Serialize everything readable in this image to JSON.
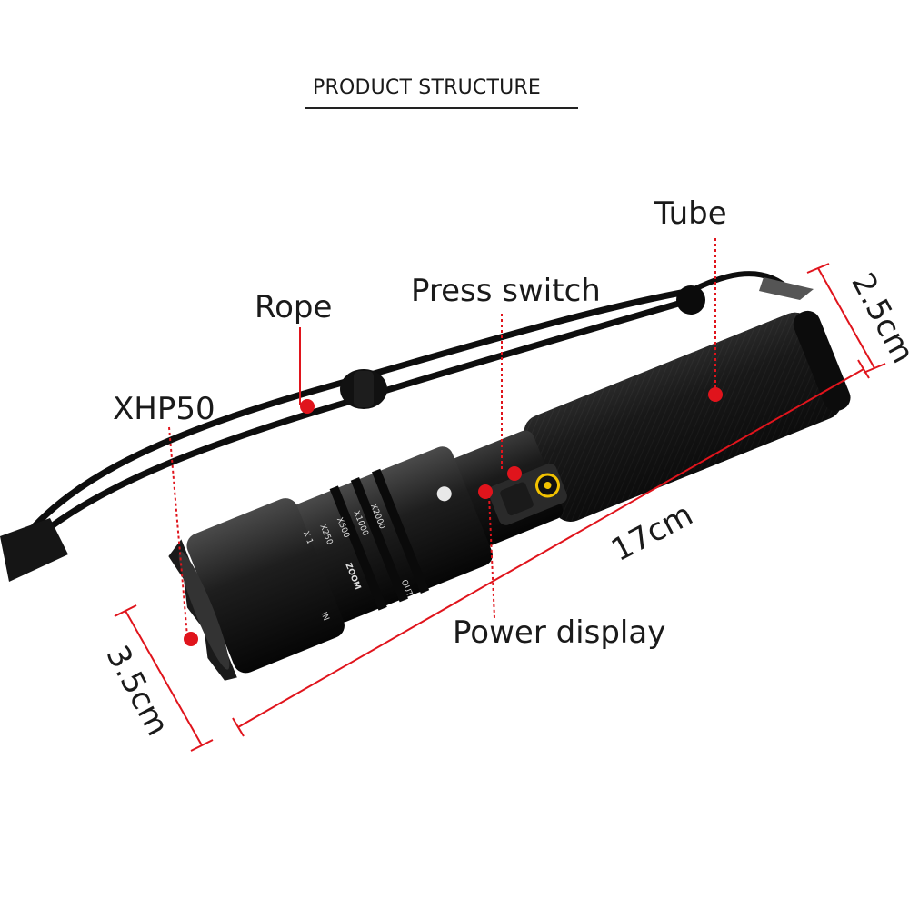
{
  "title": "PRODUCT STRUCTURE",
  "callouts": {
    "tube": "Tube",
    "press_switch": "Press switch",
    "rope": "Rope",
    "xhp50": "XHP50",
    "power_display": "Power display"
  },
  "dimensions": {
    "diameter_tail": "2.5cm",
    "length": "17cm",
    "diameter_head": "3.5cm"
  },
  "flashlight_markings": {
    "zoom": "ZOOM",
    "mag1": "X 1",
    "mag2": "X250",
    "mag3": "X500",
    "mag4": "X1000",
    "mag5": "X2000",
    "in": "IN",
    "out": "OUT"
  },
  "colors": {
    "callout_dot": "#e0141c",
    "body": "#141414",
    "indicator": "#f2c200"
  }
}
